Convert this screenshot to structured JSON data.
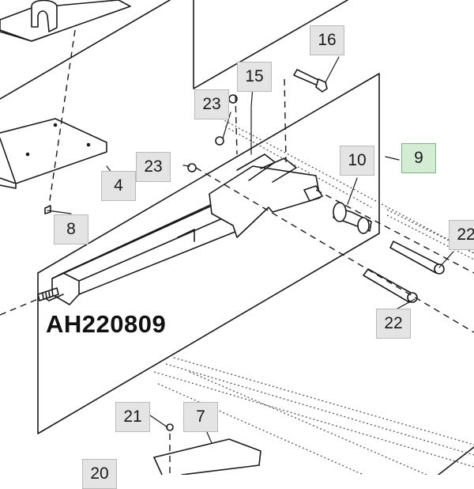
{
  "diagram_code": "AH220809",
  "callouts": [
    {
      "id": "16",
      "label": "16",
      "highlighted": false
    },
    {
      "id": "15",
      "label": "15",
      "highlighted": false
    },
    {
      "id": "23a",
      "label": "23",
      "highlighted": false
    },
    {
      "id": "23b",
      "label": "23",
      "highlighted": false
    },
    {
      "id": "10",
      "label": "10",
      "highlighted": false
    },
    {
      "id": "9",
      "label": "9",
      "highlighted": true
    },
    {
      "id": "4",
      "label": "4",
      "highlighted": false
    },
    {
      "id": "8",
      "label": "8",
      "highlighted": false
    },
    {
      "id": "22a",
      "label": "22",
      "highlighted": false
    },
    {
      "id": "22b",
      "label": "22",
      "highlighted": false
    },
    {
      "id": "21",
      "label": "21",
      "highlighted": false
    },
    {
      "id": "7",
      "label": "7",
      "highlighted": false
    },
    {
      "id": "20",
      "label": "20",
      "highlighted": false
    }
  ],
  "colors": {
    "line": "#1a1a1a",
    "callout_bg": "#e4e4e4",
    "callout_highlight_bg": "#d3ecd3",
    "callout_highlight_border": "#7fb07f"
  }
}
